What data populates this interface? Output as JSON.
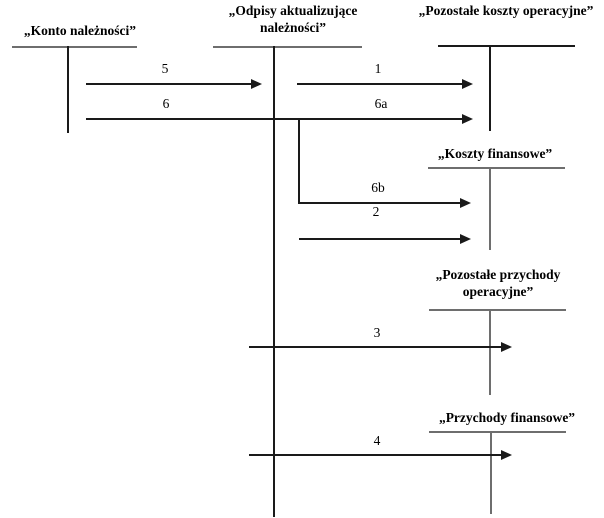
{
  "colors": {
    "background": "#ffffff",
    "account_line": "#6e6e6e",
    "account_line_dark": "#1a1a1a",
    "arrow_color": "#1a1a1a",
    "text": "#000000"
  },
  "accounts": [
    {
      "name": "konto-naleznosci",
      "title": "„Konto należności”"
    },
    {
      "name": "odpisy-aktualizujace-naleznosci",
      "title": "„Odpisy aktualizujące należności”"
    },
    {
      "name": "pozostale-koszty-operacyjne",
      "title": "„Pozostałe koszty operacyjne”"
    },
    {
      "name": "koszty-finansowe",
      "title": "„Koszty finansowe”"
    },
    {
      "name": "pozostale-przychody-operacyjne",
      "title": "„Pozostałe przychody operacyjne”"
    },
    {
      "name": "przychody-finansowe",
      "title": "„Przychody finansowe”"
    }
  ],
  "flows": [
    {
      "label": "5",
      "from": "konto-naleznosci",
      "to": "odpisy-aktualizujace-naleznosci"
    },
    {
      "label": "1",
      "from": "odpisy-aktualizujace-naleznosci",
      "to": "pozostale-koszty-operacyjne"
    },
    {
      "label": "6",
      "from": "konto-naleznosci",
      "to": "pozostale-koszty-operacyjne"
    },
    {
      "label": "6a",
      "from": "konto-naleznosci",
      "to": "pozostale-koszty-operacyjne"
    },
    {
      "label": "6b",
      "from": "konto-naleznosci",
      "to": "koszty-finansowe"
    },
    {
      "label": "2",
      "from": "odpisy-aktualizujace-naleznosci",
      "to": "koszty-finansowe"
    },
    {
      "label": "3",
      "from": "odpisy-aktualizujace-naleznosci",
      "to": "pozostale-przychody-operacyjne"
    },
    {
      "label": "4",
      "from": "odpisy-aktualizujace-naleznosci",
      "to": "przychody-finansowe"
    }
  ]
}
